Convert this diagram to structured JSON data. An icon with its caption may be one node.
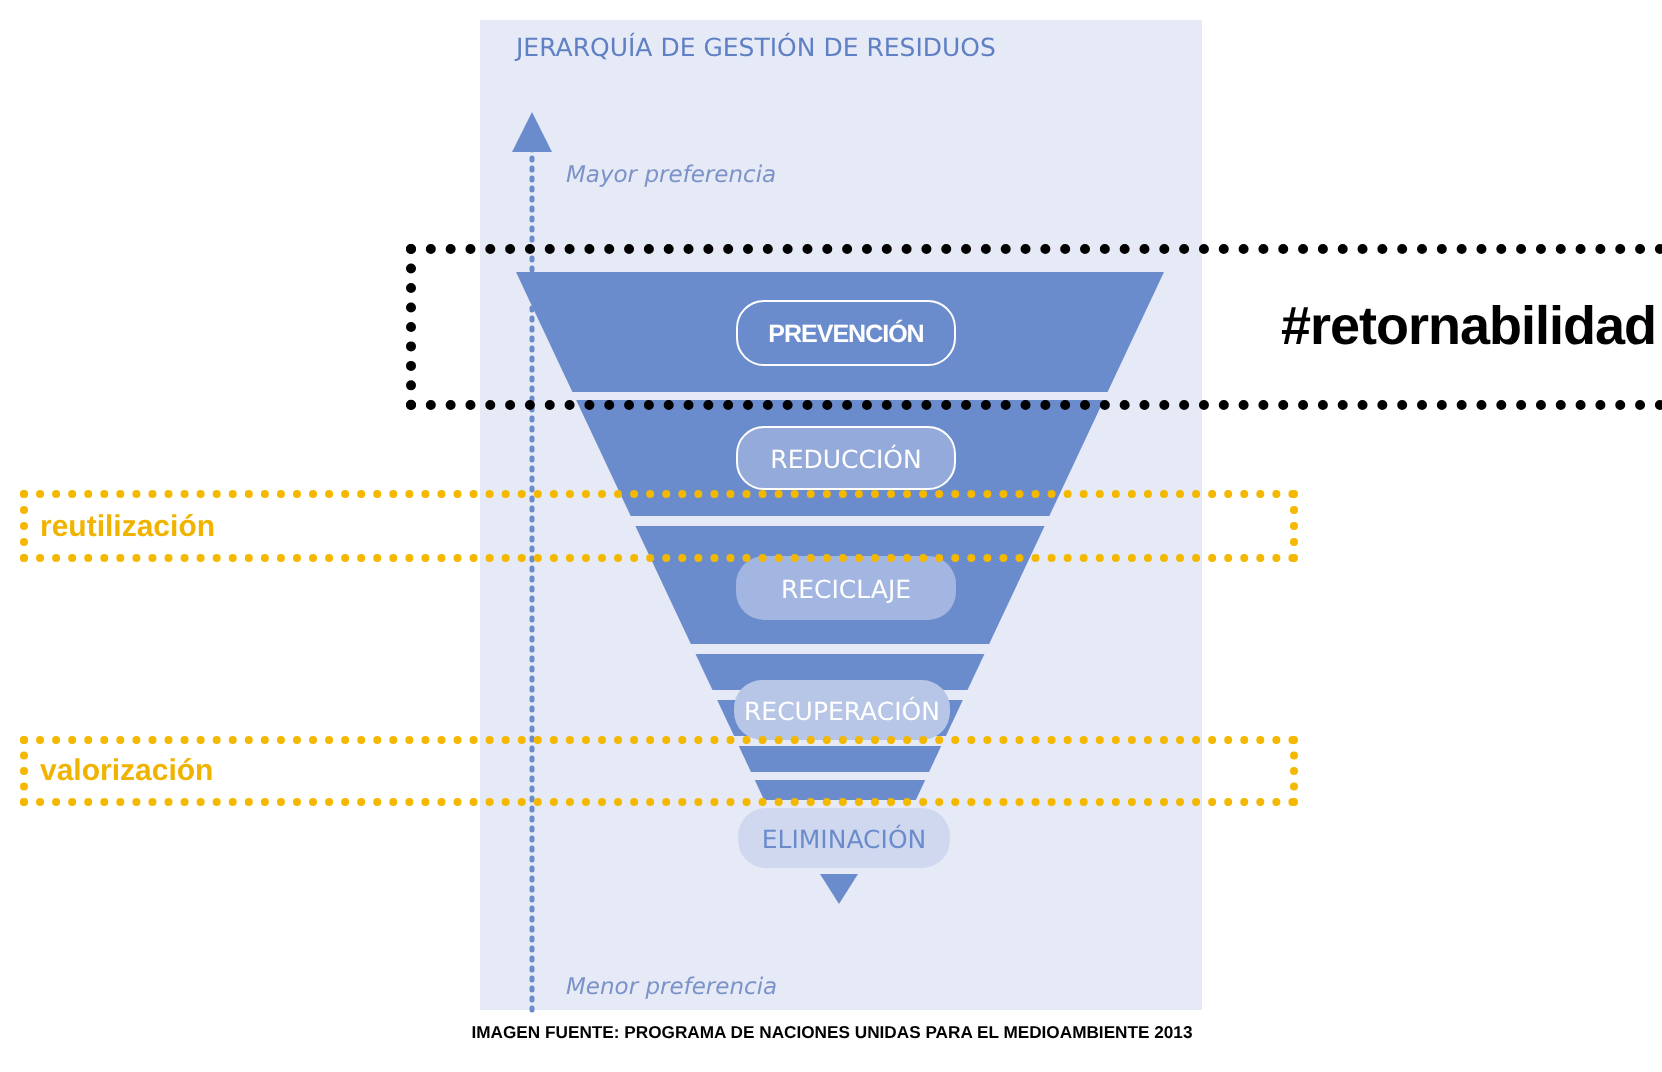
{
  "diagram": {
    "title": "JERARQUÍA DE GESTIÓN DE RESIDUOS",
    "caption": "IMAGEN FUENTE: PROGRAMA DE NACIONES UNIDAS PARA EL MEDIOAMBIENTE 2013",
    "nodes": [
      {
        "text": [
          "PREVENCIÓN"
        ],
        "in": 5
      },
      {
        "text": [
          "REDUCCIÓN"
        ]
      },
      {
        "text": [
          "RECICLAJE"
        ]
      },
      {
        "text": [
          "RECUPERACIÓN"
        ]
      },
      {
        "text": [
          "ELIMINACIÓN"
        ]
      },
      {
        "text": [
          "#retornabilidad"
        ]
      },
      {
        "text": [
          "reutilización"
        ]
      },
      {
        "text": [
          "valorización"
        ]
      }
    ],
    "labels": [
      "Mayor preferencia",
      "Menor preferencia"
    ]
  }
}
